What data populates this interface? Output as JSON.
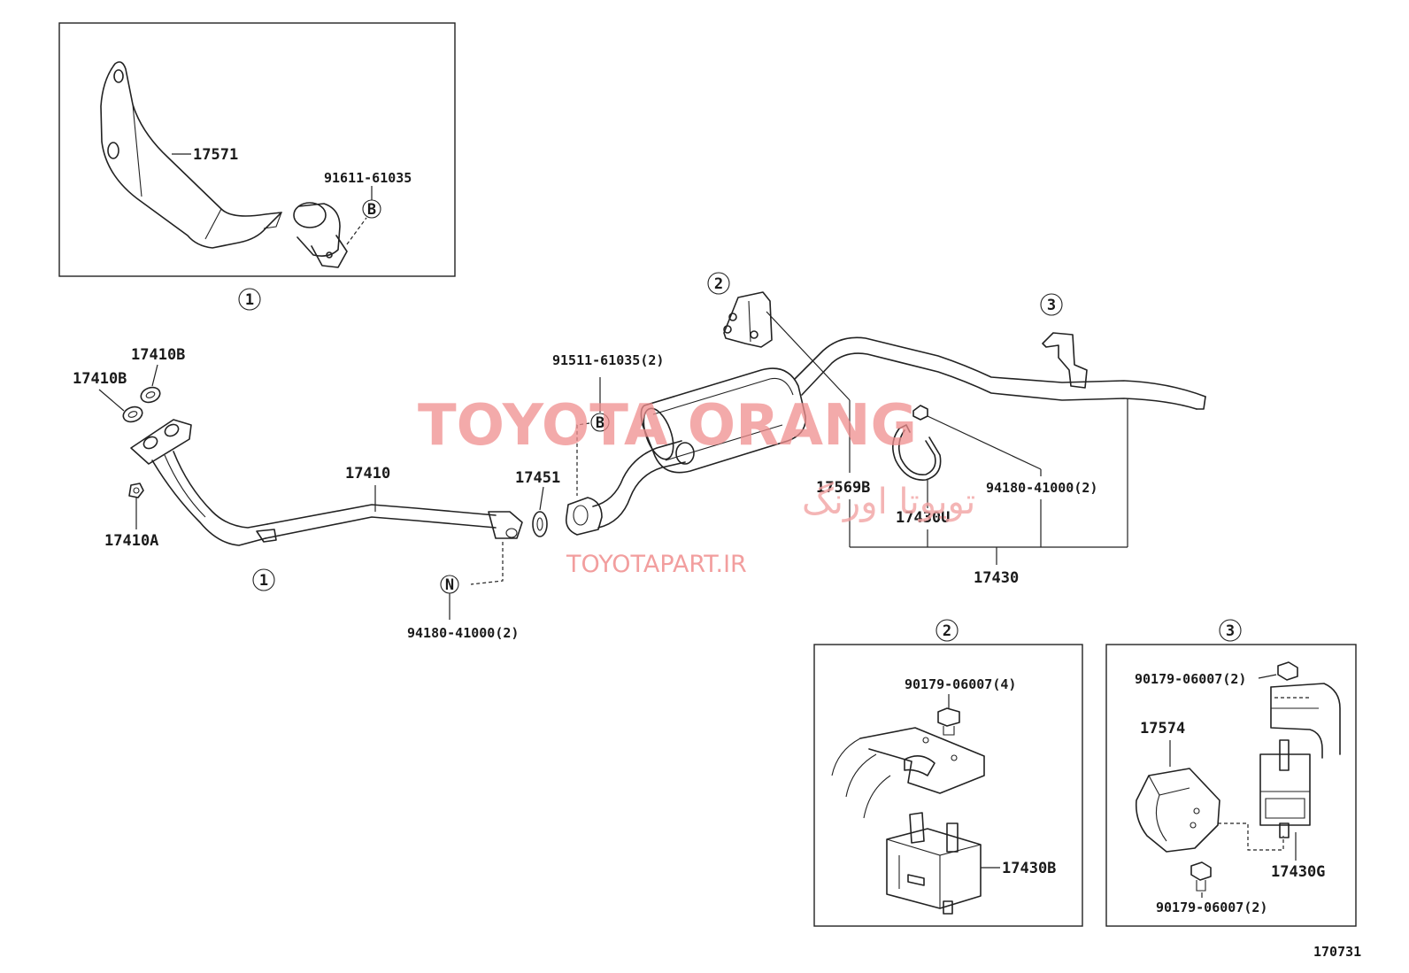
{
  "labels": {
    "p17571": "17571",
    "p91611_61035": "91611-61035",
    "p17410B_a": "17410B",
    "p17410B_b": "17410B",
    "p17410A": "17410A",
    "p17410": "17410",
    "p17451": "17451",
    "p91511_61035": "91511-61035(2)",
    "p94180_41000_left": "94180-41000(2)",
    "p17569B": "17569B",
    "p17430U": "17430U",
    "p94180_41000_right": "94180-41000(2)",
    "p17430": "17430",
    "p90179_06007_4": "90179-06007(4)",
    "p17430B": "17430B",
    "p90179_06007_2a": "90179-06007(2)",
    "p17574": "17574",
    "p17430G": "17430G",
    "p90179_06007_2b": "90179-06007(2)",
    "ref_number": "170731"
  },
  "callouts": {
    "c1_detail": "1",
    "c1_main": "1",
    "c2_main": "2",
    "c2_detail": "2",
    "c3_main": "3",
    "c3_detail": "3",
    "letter_B_1": "B",
    "letter_B_2": "B",
    "letter_N": "N"
  },
  "watermark": {
    "brand": "TOYOTA ORANG",
    "brand_fa": "تویوتا اورنگ",
    "url": "TOYOTAPART.IR",
    "color": "#f08e8e"
  }
}
